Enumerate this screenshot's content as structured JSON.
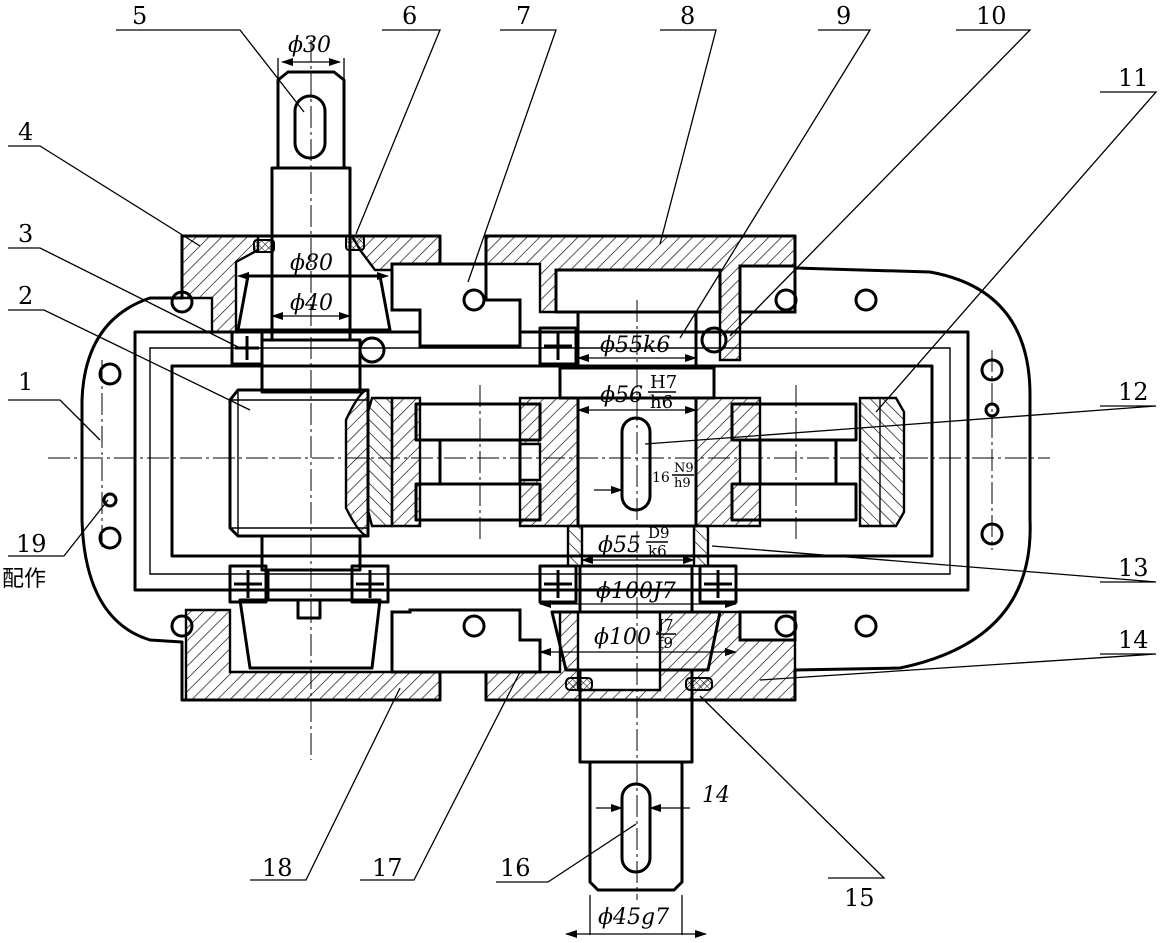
{
  "callouts": [
    {
      "id": "1",
      "label": "1"
    },
    {
      "id": "2",
      "label": "2"
    },
    {
      "id": "3",
      "label": "3"
    },
    {
      "id": "4",
      "label": "4"
    },
    {
      "id": "5",
      "label": "5"
    },
    {
      "id": "6",
      "label": "6"
    },
    {
      "id": "7",
      "label": "7"
    },
    {
      "id": "8",
      "label": "8"
    },
    {
      "id": "9",
      "label": "9"
    },
    {
      "id": "10",
      "label": "10"
    },
    {
      "id": "11",
      "label": "11"
    },
    {
      "id": "12",
      "label": "12"
    },
    {
      "id": "13",
      "label": "13"
    },
    {
      "id": "14",
      "label": "14"
    },
    {
      "id": "15",
      "label": "15"
    },
    {
      "id": "16",
      "label": "16"
    },
    {
      "id": "17",
      "label": "17"
    },
    {
      "id": "18",
      "label": "18"
    },
    {
      "id": "19",
      "label": "19"
    }
  ],
  "notes": {
    "match_drill": "配作"
  },
  "dimensions": {
    "d30": "ϕ30",
    "d80": "ϕ80",
    "d40": "ϕ40",
    "d55k6": "ϕ55k6",
    "d56_base": "ϕ56",
    "d56_upper": "H7",
    "d56_lower": "h6",
    "key16_base": "16",
    "key16_upper": "N9",
    "key16_lower": "h9",
    "d55_base": "ϕ55",
    "d55_upper": "D9",
    "d55_lower": "k6",
    "d100J7": "ϕ100J7",
    "d100_base": "ϕ100",
    "d100_upper": "J7",
    "d100_lower": "f9",
    "key14": "14",
    "d45g7": "ϕ45g7"
  }
}
